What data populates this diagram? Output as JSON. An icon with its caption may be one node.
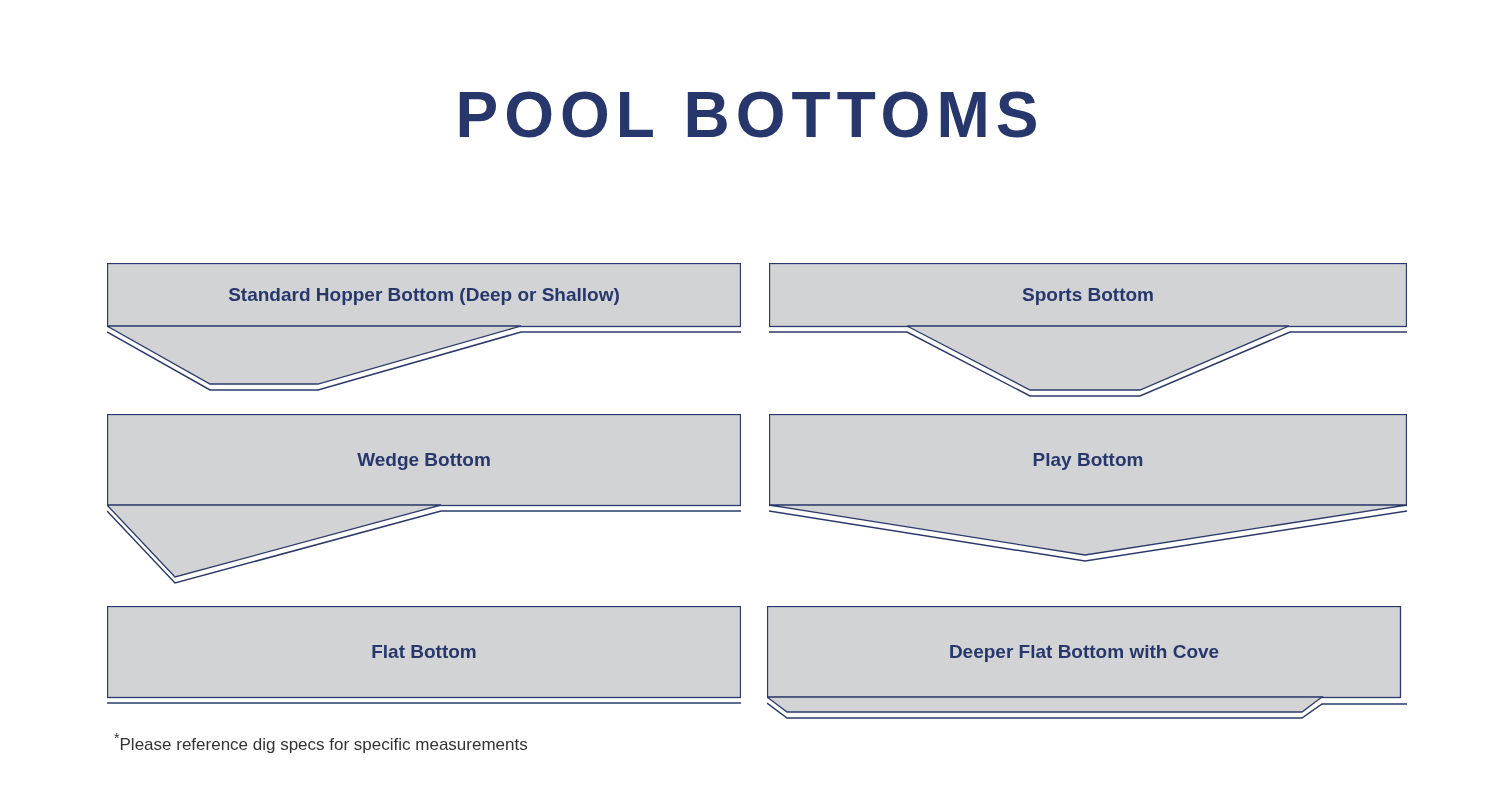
{
  "diagram": {
    "title": "POOL BOTTOMS",
    "nodes": [
      {
        "text": [
          "Standard Hopper Bottom (Deep or Shallow)"
        ]
      },
      {
        "text": [
          "Sports Bottom"
        ]
      },
      {
        "text": [
          "Wedge Bottom"
        ]
      },
      {
        "text": [
          "Play Bottom"
        ]
      },
      {
        "text": [
          "Flat Bottom"
        ]
      },
      {
        "text": [
          "Deeper Flat Bottom with Cove"
        ]
      }
    ],
    "labels": [
      "$^{*}$Please reference dig specs for specific measurements"
    ]
  }
}
